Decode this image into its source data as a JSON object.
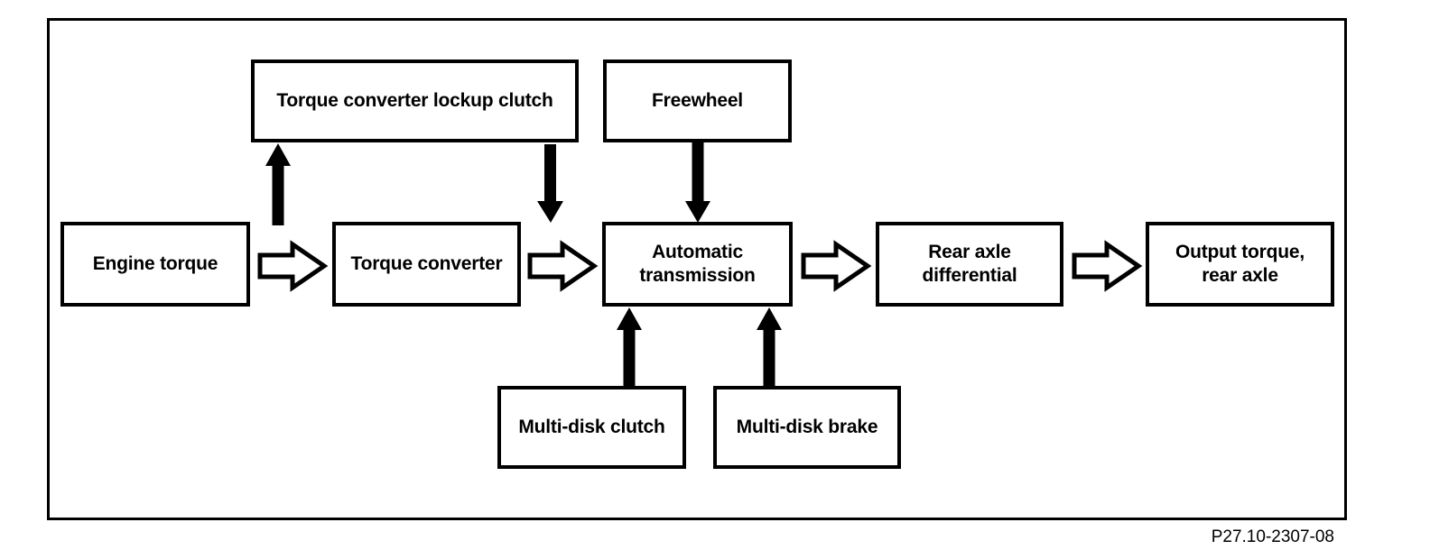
{
  "diagram": {
    "figure_code": "P27.10-2307-08",
    "colors": {
      "line": "#000000",
      "background": "#ffffff",
      "box_fill": "#ffffff"
    },
    "nodes": {
      "lockup_clutch": {
        "label": "Torque converter lockup clutch"
      },
      "freewheel": {
        "label": "Freewheel"
      },
      "engine_torque": {
        "label": "Engine torque"
      },
      "torque_converter": {
        "label": "Torque converter"
      },
      "automatic_transmission": {
        "label": "Automatic transmission"
      },
      "rear_axle_differential": {
        "label": "Rear axle differential"
      },
      "output_torque": {
        "label": "Output torque, rear axle"
      },
      "multi_disk_clutch": {
        "label": "Multi-disk clutch"
      },
      "multi_disk_brake": {
        "label": "Multi-disk brake"
      }
    },
    "connections": [
      {
        "from": "engine_torque",
        "to": "torque_converter",
        "style": "open-arrow-right"
      },
      {
        "from": "torque_converter",
        "to": "automatic_transmission",
        "style": "open-arrow-right"
      },
      {
        "from": "automatic_transmission",
        "to": "rear_axle_differential",
        "style": "open-arrow-right"
      },
      {
        "from": "rear_axle_differential",
        "to": "output_torque",
        "style": "open-arrow-right"
      },
      {
        "from": "torque_converter",
        "to": "lockup_clutch",
        "style": "solid-arrow-up"
      },
      {
        "from": "lockup_clutch",
        "to": "automatic_transmission",
        "style": "solid-arrow-down"
      },
      {
        "from": "freewheel",
        "to": "automatic_transmission",
        "style": "solid-arrow-down"
      },
      {
        "from": "multi_disk_clutch",
        "to": "automatic_transmission",
        "style": "solid-arrow-up"
      },
      {
        "from": "multi_disk_brake",
        "to": "automatic_transmission",
        "style": "solid-arrow-up"
      }
    ]
  }
}
